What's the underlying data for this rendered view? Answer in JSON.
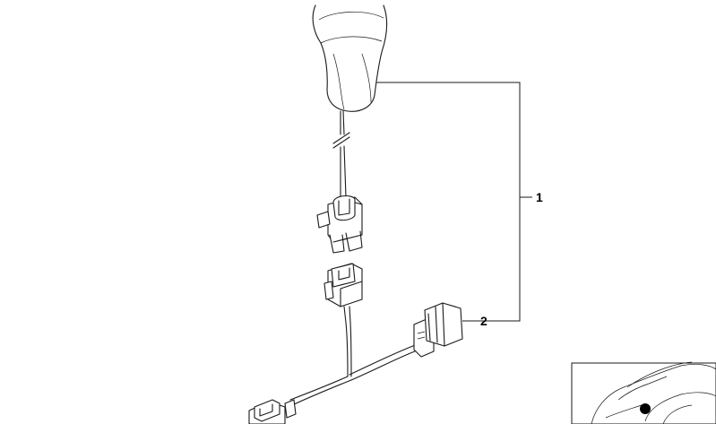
{
  "callouts": [
    {
      "id": "1",
      "label": "1"
    },
    {
      "id": "2",
      "label": "2"
    }
  ],
  "colors": {
    "line": "#1a1a1a",
    "background": "#ffffff",
    "marker": "#000000"
  },
  "icons": [
    "gear-knob",
    "connector-plug",
    "connector-socket",
    "wiring-harness",
    "car-location-thumbnail"
  ]
}
